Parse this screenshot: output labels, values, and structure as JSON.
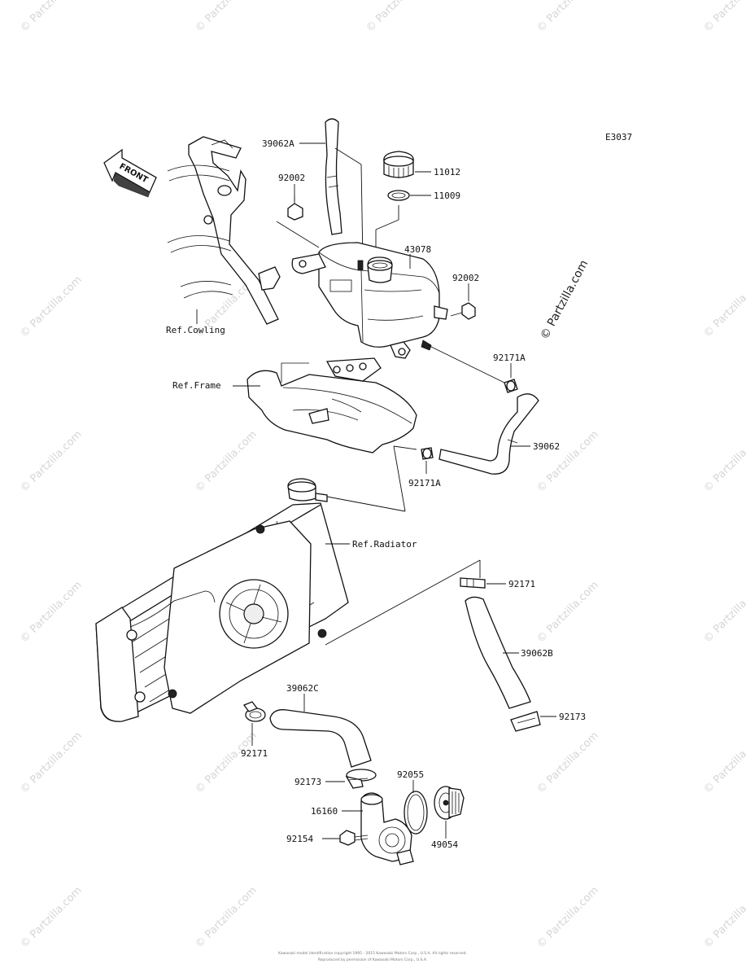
{
  "diagram_code": "E3037",
  "front_arrow_text": "FRONT",
  "watermark_text": "© Partzilla.com",
  "footer_lines": [
    "Kawasaki model identification copyright 1995 - 2015 Kawasaki Motors Corp., U.S.A. All rights reserved.",
    "Reproduced by permission of Kawasaki Motors Corp., U.S.A."
  ],
  "part_labels": {
    "p39062A": "39062A",
    "p92002a": "92002",
    "p11012": "11012",
    "p11009": "11009",
    "p43078": "43078",
    "p92002b": "92002",
    "p92171A_top": "92171A",
    "p39062": "39062",
    "p92171A_bot": "92171A",
    "p92171_right": "92171",
    "p39062B": "39062B",
    "p92173_right": "92173",
    "p39062C": "39062C",
    "p92171_left": "92171",
    "p92055": "92055",
    "p92173_left": "92173",
    "p16160": "16160",
    "p49054": "49054",
    "p92154": "92154"
  },
  "ref_labels": {
    "cowling": "Ref.Cowling",
    "frame": "Ref.Frame",
    "radiator": "Ref.Radiator"
  }
}
